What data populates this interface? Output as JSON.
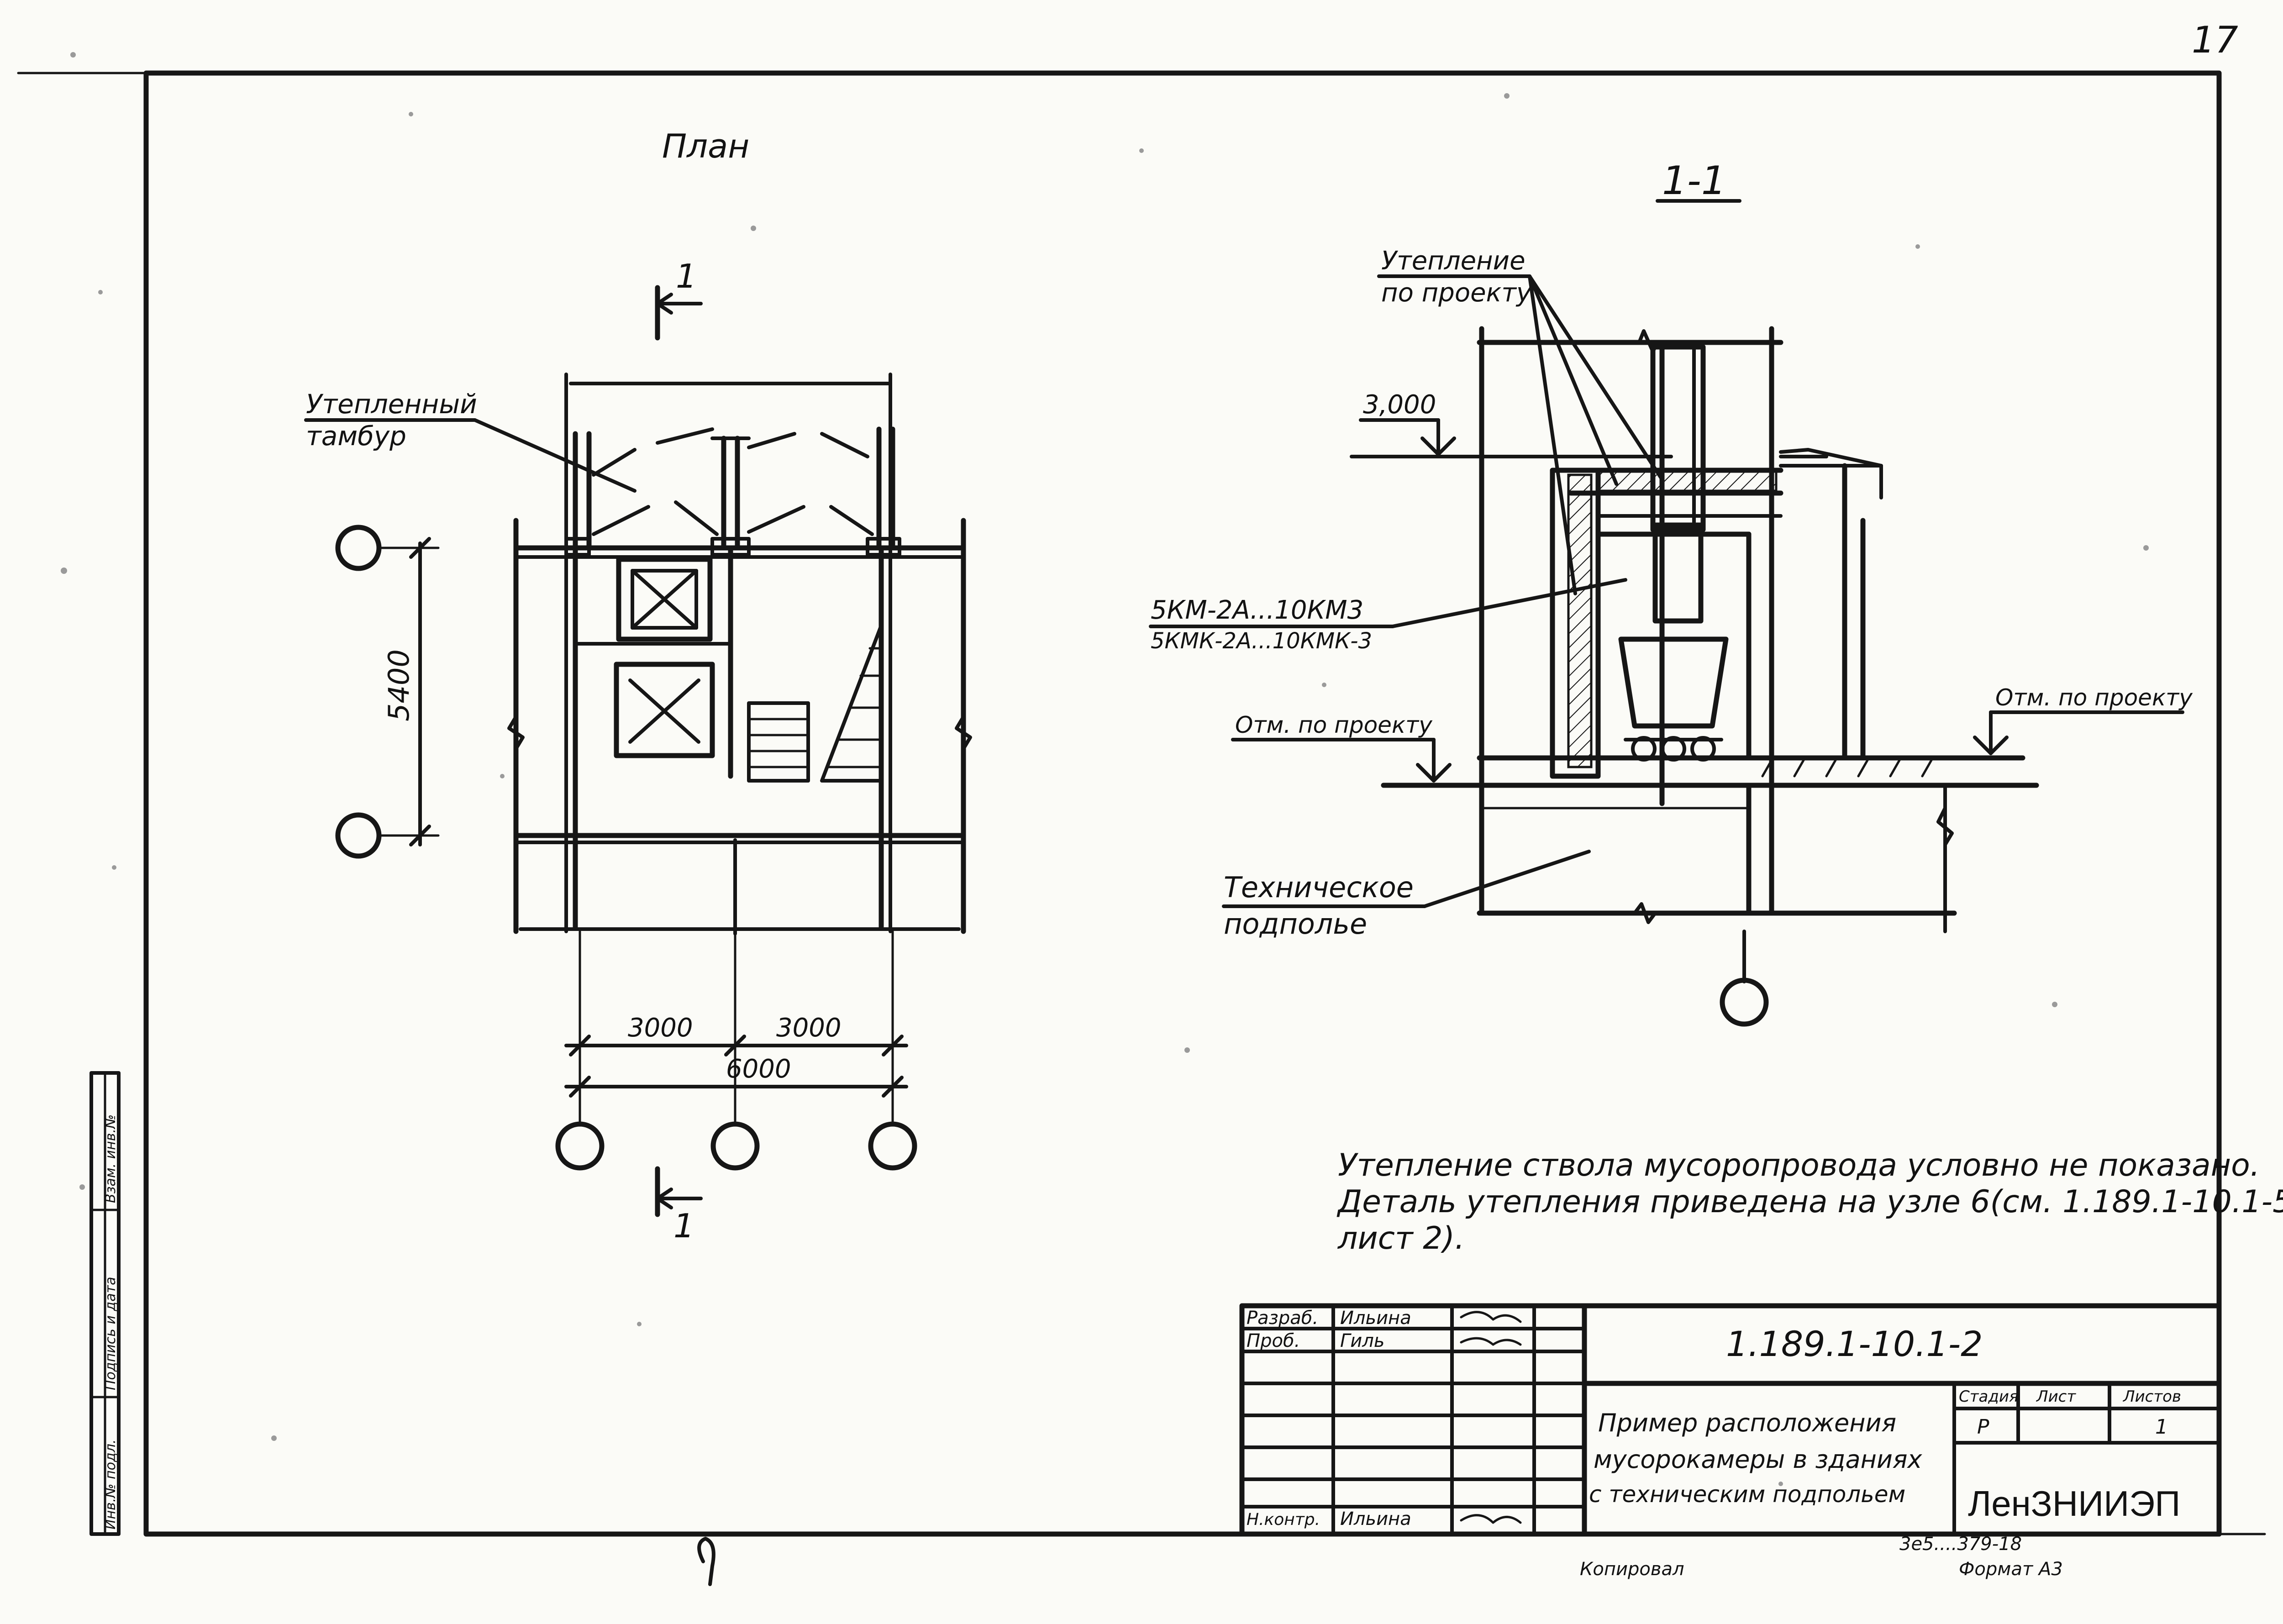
{
  "page_number": "17",
  "plan": {
    "title": "План",
    "section_mark": "1",
    "vestibule_label_line1": "Утепленный",
    "vestibule_label_line2": "тамбур",
    "dim_vertical": "5400",
    "dim_left": "3000",
    "dim_right": "3000",
    "dim_total": "6000"
  },
  "section": {
    "title": "1-1",
    "insulation_label_line1": "Утепление",
    "insulation_label_line2": "по проекту",
    "level_mark": "3,000",
    "chamber_types_line1": "5КМ-2А...10КМ3",
    "chamber_types_line2": "5КМК-2А...10КМК-3",
    "elevation_left": "Отм. по проекту",
    "elevation_right": "Отм. по проекту",
    "basement_line1": "Техническое",
    "basement_line2": "подполье"
  },
  "note": {
    "line1": "Утепление ствола мусоропровода условно не показано.",
    "line2": "Деталь утепления приведена на узле 6(см. 1.189.1-10.1-5",
    "line3": "лист 2)."
  },
  "title_block": {
    "rows": [
      {
        "role": "Разраб.",
        "name": "Ильина"
      },
      {
        "role": "Проб.",
        "name": "Гиль"
      },
      {
        "role": "Н.контр.",
        "name": "Ильина"
      }
    ],
    "doc_code": "1.189.1-10.1-2",
    "description_line1": "Пример расположения",
    "description_line2": "мусорокамеры в зданиях",
    "description_line3": "с техническим подпольем",
    "stage_header": "Стадия",
    "sheet_header": "Лист",
    "sheets_header": "Листов",
    "stage_value": "Р",
    "sheets_value": "1",
    "organization": "ЛенЗНИИЭП"
  },
  "side_stamp": {
    "cell1": "Взам. инв.№",
    "cell2": "Подпись и дата",
    "cell3": "Инв.№ подл."
  },
  "footer": {
    "copied_label": "Копировал",
    "format_label": "Формат А3",
    "archive_code": "3е5....379-18"
  }
}
